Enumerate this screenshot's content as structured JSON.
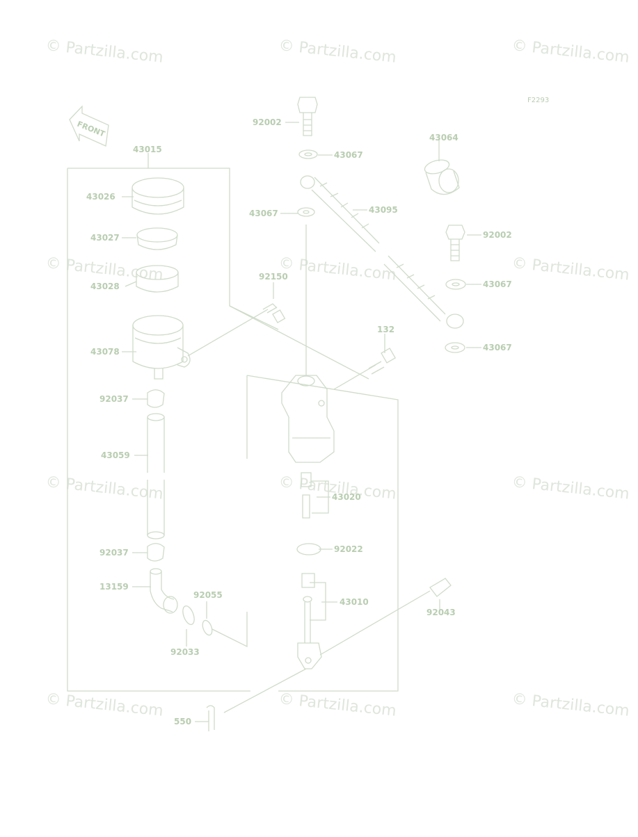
{
  "diagram": {
    "figure_code": "F2293",
    "front_label": "FRONT",
    "watermark": "© Partzilla.com",
    "colors": {
      "line": "#cfdcc9",
      "label": "#b9cdb1",
      "watermark": "#dfe6dc"
    },
    "part_labels": {
      "p43015": "43015",
      "p43026": "43026",
      "p43027": "43027",
      "p43028": "43028",
      "p43078": "43078",
      "p92037a": "92037",
      "p43059": "43059",
      "p92037b": "92037",
      "p13159": "13159",
      "p92055": "92055",
      "p92033": "92033",
      "p550": "550",
      "p92002a": "92002",
      "p43067a": "43067",
      "p43067b": "43067",
      "p43095": "43095",
      "p92150": "92150",
      "p132": "132",
      "p43020": "43020",
      "p92022": "92022",
      "p43010": "43010",
      "p92043": "92043",
      "p43064": "43064",
      "p92002b": "92002",
      "p43067c": "43067",
      "p43067d": "43067"
    }
  }
}
